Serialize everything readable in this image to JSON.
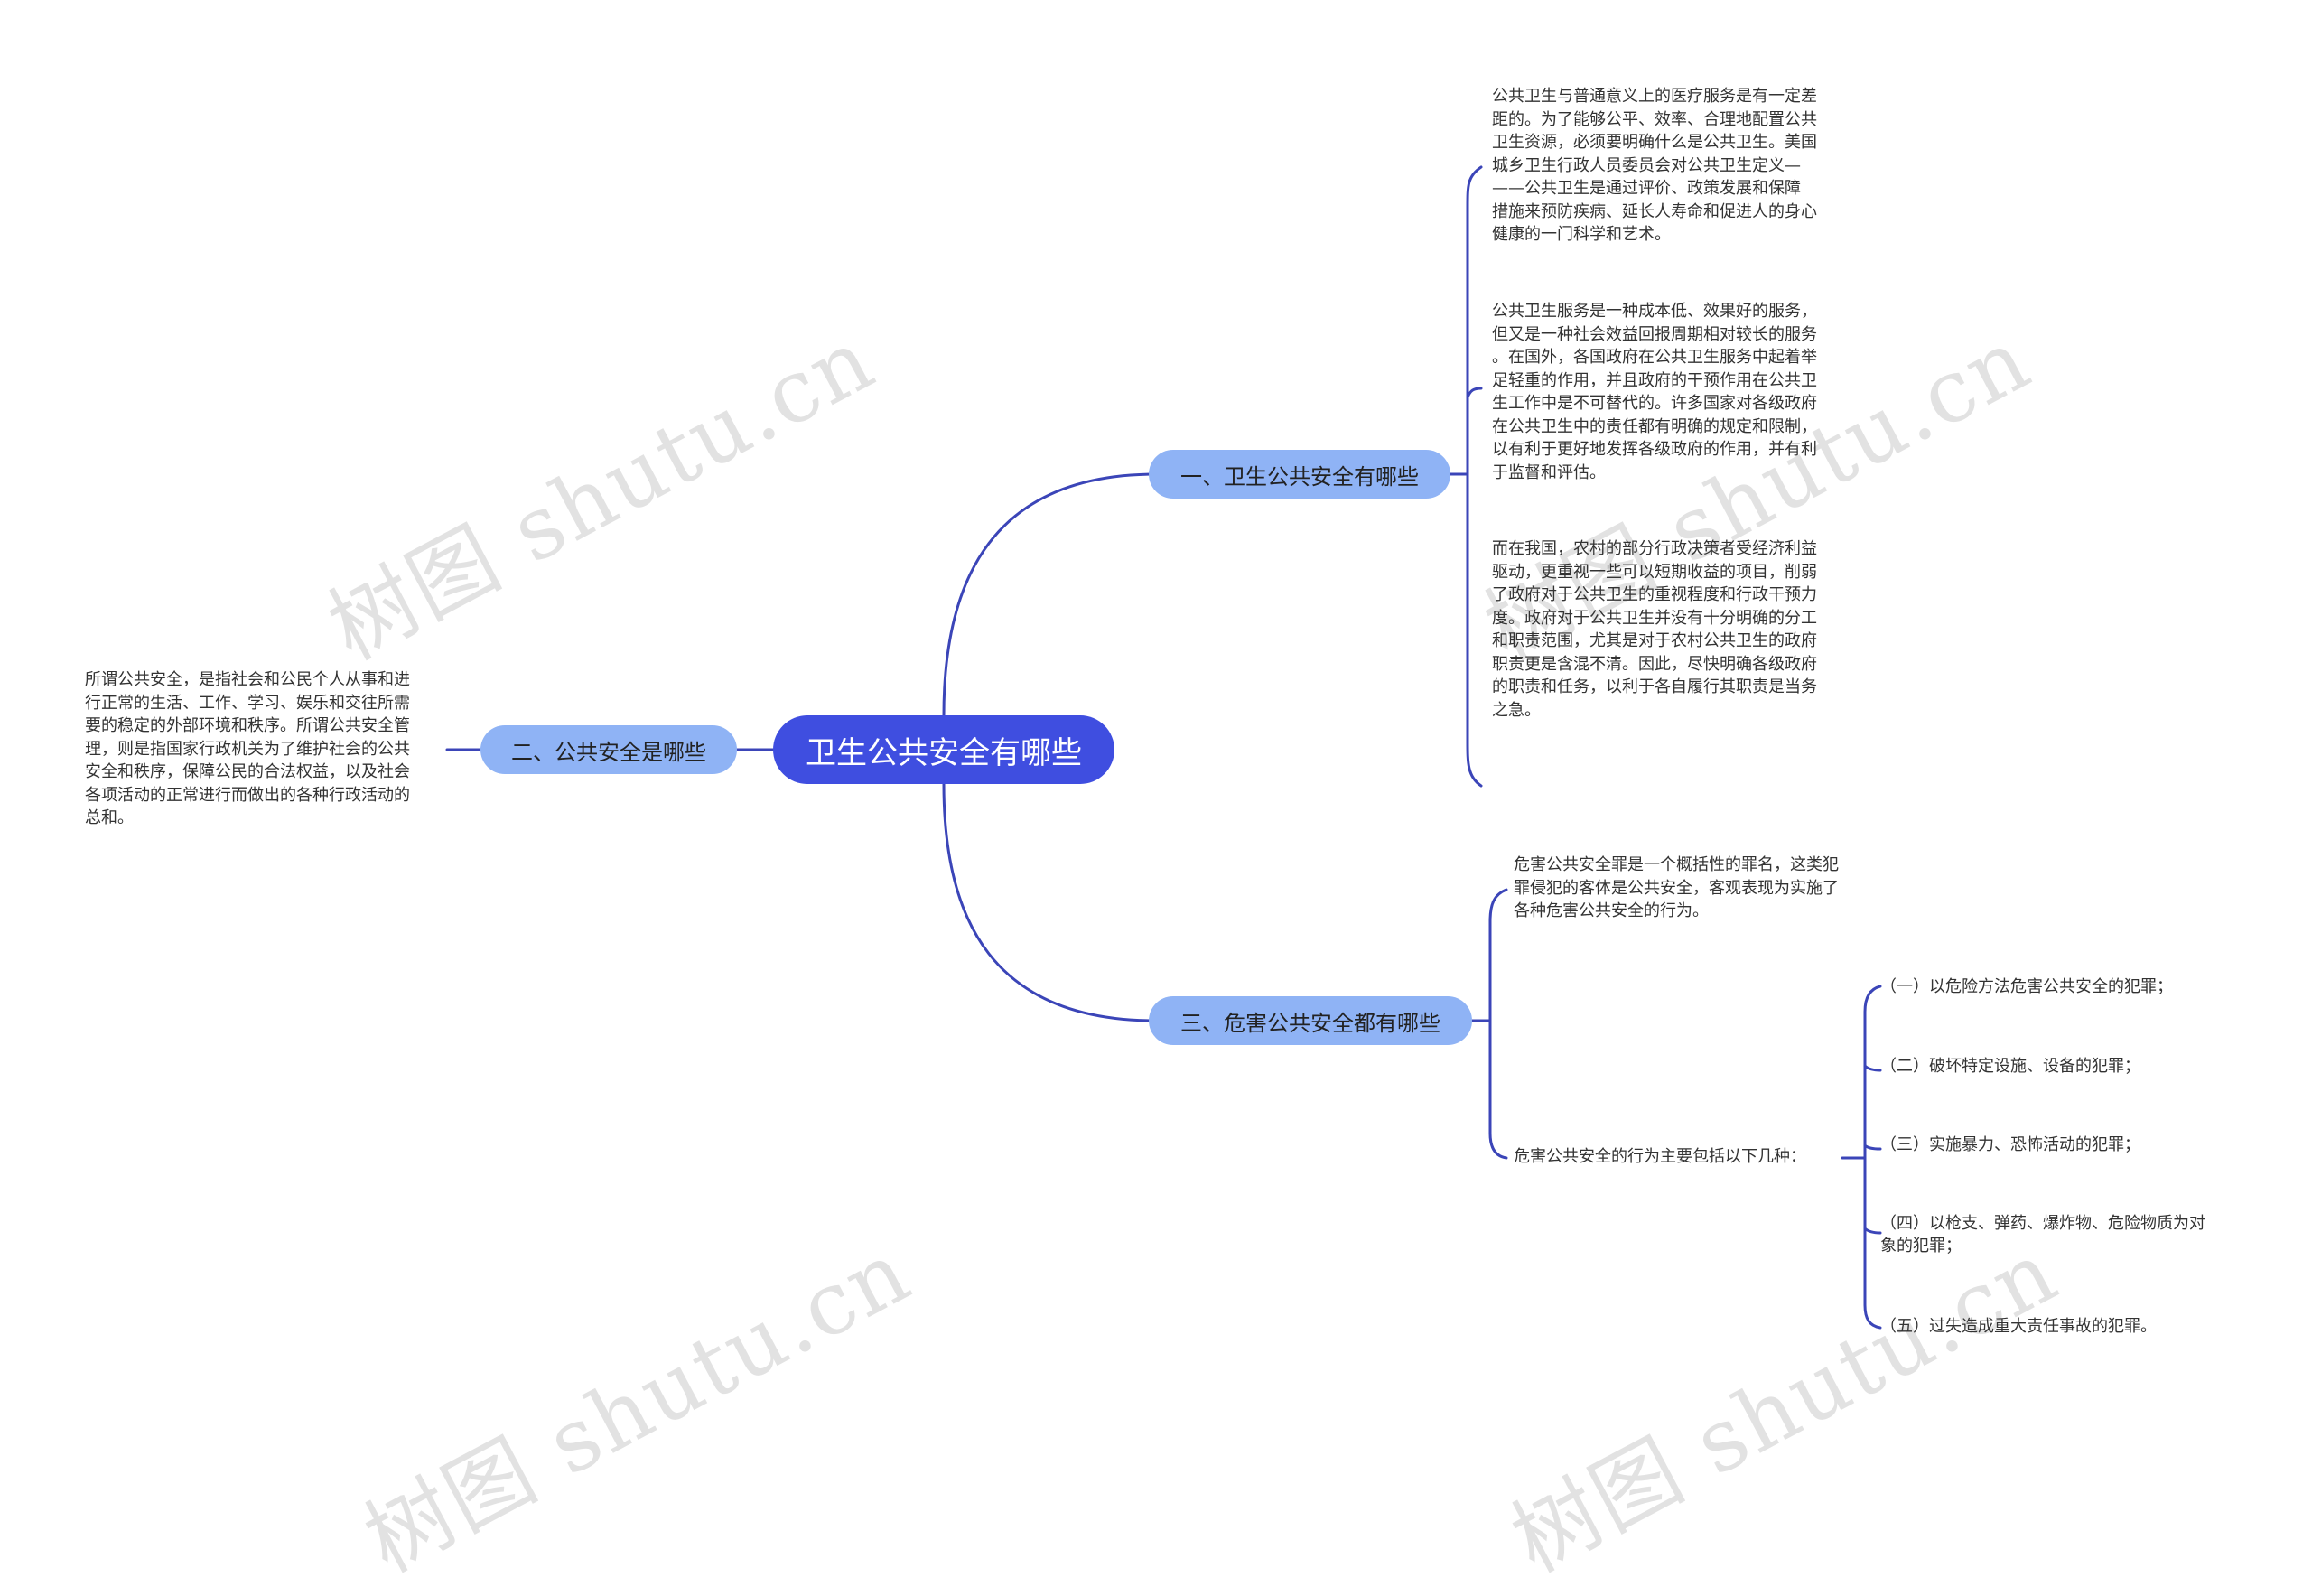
{
  "watermark": "树图 shutu.cn",
  "root": {
    "label": "卫生公共安全有哪些"
  },
  "branches": {
    "b1": {
      "label": "一、卫生公共安全有哪些",
      "texts": [
        "公共卫生与普通意义上的医疗服务是有一定差\n距的。为了能够公平、效率、合理地配置公共\n卫生资源，必须要明确什么是公共卫生。美国\n城乡卫生行政人员委员会对公共卫生定义—\n——公共卫生是通过评价、政策发展和保障\n措施来预防疾病、延长人寿命和促进人的身心\n健康的一门科学和艺术。",
        "公共卫生服务是一种成本低、效果好的服务，\n但又是一种社会效益回报周期相对较长的服务\n。在国外，各国政府在公共卫生服务中起着举\n足轻重的作用，并且政府的干预作用在公共卫\n生工作中是不可替代的。许多国家对各级政府\n在公共卫生中的责任都有明确的规定和限制，\n以有利于更好地发挥各级政府的作用，并有利\n于监督和评估。",
        "而在我国，农村的部分行政决策者受经济利益\n驱动，更重视一些可以短期收益的项目，削弱\n了政府对于公共卫生的重视程度和行政干预力\n度。政府对于公共卫生并没有十分明确的分工\n和职责范围，尤其是对于农村公共卫生的政府\n职责更是含混不清。因此，尽快明确各级政府\n的职责和任务，以利于各自履行其职责是当务\n之急。"
      ]
    },
    "b2": {
      "label": "二、公共安全是哪些",
      "text": "所谓公共安全，是指社会和公民个人从事和进\n行正常的生活、工作、学习、娱乐和交往所需\n要的稳定的外部环境和秩序。所谓公共安全管\n理，则是指国家行政机关为了维护社会的公共\n安全和秩序，保障公民的合法权益，以及社会\n各项活动的正常进行而做出的各种行政活动的\n总和。"
    },
    "b3": {
      "label": "三、危害公共安全都有哪些",
      "text": "危害公共安全罪是一个概括性的罪名，这类犯\n罪侵犯的客体是公共安全，客观表现为实施了\n各种危害公共安全的行为。",
      "sub_label": "危害公共安全的行为主要包括以下几种：",
      "items": [
        "（一）以危险方法危害公共安全的犯罪；",
        "（二）破坏特定设施、设备的犯罪；",
        "（三）实施暴力、恐怖活动的犯罪；",
        "（四）以枪支、弹药、爆炸物、危险物质为对\n象的犯罪；",
        "（五）过失造成重大责任事故的犯罪。"
      ]
    }
  },
  "colors": {
    "root": "#3f4ee0",
    "branch": "#8fb3f5",
    "line": "#3b45b8"
  }
}
